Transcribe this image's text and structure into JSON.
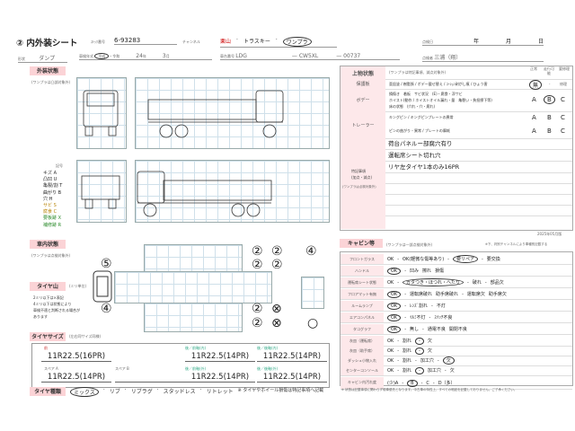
{
  "header": {
    "title": "② 内外装シート",
    "stock_label": "ｽﾄｯｸ番号",
    "stock_no": "6-93283",
    "channel_label": "チャンネル",
    "channels": [
      "栗山",
      "トラスキー",
      "ワンプラ"
    ],
    "inspect_date_label": "点検日",
    "year": "年",
    "month": "月",
    "day": "日",
    "shape_label": "形状",
    "shape": "ダンプ",
    "reg_label": "車検年式",
    "era1": "平成",
    "era2": "令和",
    "reg_year": "24",
    "year_unit": "年",
    "reg_month": "3",
    "month_unit": "月",
    "chassis_label": "車台番号",
    "chassis": [
      "LDG",
      "CW5XL",
      "00737"
    ],
    "inspector_label": "点検者",
    "inspector": "三浦（翔）"
  },
  "exterior": {
    "title": "外装状態",
    "note": "(ワンプラは凸部対象外)",
    "legend_title": "記号",
    "legend": [
      [
        "キズ",
        "A"
      ],
      [
        "凸凹",
        "U"
      ],
      [
        "亀裂/割",
        "T"
      ],
      [
        "曲がり",
        "B"
      ],
      [
        "穴",
        "H"
      ],
      [
        "サビ",
        "S"
      ],
      [
        "腐食",
        "C"
      ],
      [
        "要板跡",
        "X"
      ],
      [
        "補修跡",
        "R"
      ]
    ]
  },
  "upper": {
    "title": "上物状態",
    "note": "(ワンプラは特記事項、減点対象外)",
    "cols": [
      "正常",
      "走行可能",
      "要修理"
    ],
    "rows": [
      {
        "label": "保護板",
        "text": "亜鉛塗 / 樹脂張 / ボデー載せ替え / ｺｰｼｮﾝ剥がし痕 / ひょう害",
        "vals": [
          "無",
          "-",
          "修理"
        ],
        "sel": 0
      },
      {
        "label": "ボデー",
        "text": "損傷き　着板　サビ状況　(E)・腐食・浮サビ",
        "text2": "ホイスト(動作 / ホイストオイル漏れ・量　亀裂い・負担擦下等)",
        "text3": "床の状態　(穴れ・穴・腐れ)",
        "vals": [
          "A",
          "B",
          "C"
        ],
        "sel": 1
      },
      {
        "label": "トレーラー",
        "text": "キングピン / キングピンプレートの異常",
        "vals": [
          "A",
          "B",
          "C"
        ]
      },
      {
        "label": "",
        "text": "ピンの曲がり・異常 / プレートの摩耗",
        "vals": [
          "A",
          "B",
          "C"
        ]
      }
    ],
    "remarks_label": "特記事項",
    "remarks_sub": "(加点・減点)",
    "remarks_note": "(ワンプラは点検対象外)",
    "remarks": [
      "荷台パネルー部腐穴有り",
      "運転席シート切れ穴",
      "リヤ左タイヤ1本のみ16PR"
    ],
    "version": "2025年05月版"
  },
  "interior": {
    "title": "車内状態",
    "note": "(ワンプラは点検対象外)",
    "tire_title": "タイヤ山",
    "tire_unit": "(ミリ単位)",
    "tire_notes": [
      "2ミリ以下は×表記",
      "4ミリ以下は状態により",
      "車検不適と判断される場合が",
      "あります"
    ],
    "front_left": "⑤",
    "front_right": "④",
    "axles": [
      "②",
      "②",
      "②",
      "②",
      "②",
      "⊗",
      "②",
      "⊗"
    ],
    "spare": "④",
    "spare2": "○"
  },
  "cabin": {
    "title": "キャビン等",
    "note": "(ワンプラは一部点検対象外)",
    "note2": "※下、判別チャンネルにより車種別記載する",
    "rows": [
      [
        "フロントガラス",
        "OK",
        "-",
        "OK(軽微な傷等あり)",
        "-",
        "要リペア",
        "-",
        "要交換"
      ],
      [
        "ハンドル",
        "OK",
        "-",
        "凹み",
        "擦れ",
        "",
        "損傷",
        ""
      ],
      [
        "運転席シート状態",
        "OK",
        "-",
        "ガタつき・ほつれ・へたり",
        "-",
        "破れ",
        "-",
        "部品欠"
      ],
      [
        "フロアマット有無",
        "OK",
        "-",
        "運転席破れ",
        "助手席破れ",
        "-",
        "運転席欠",
        "助手席欠"
      ],
      [
        "ルームランプ",
        "OK",
        "-",
        "ﾚﾝｽﾞ割れ",
        "",
        "-",
        "不灯",
        ""
      ],
      [
        "エアコンパネル",
        "OK",
        "-",
        "ｲﾙﾐ不灯",
        "",
        "-",
        "ｽｲｯﾁ不良",
        ""
      ],
      [
        "タコグラフ",
        "OK",
        "-",
        "無し",
        "",
        "-",
        "通電不良",
        "開閉不良"
      ],
      [
        "灰皿（運転席）",
        "OK",
        "-",
        "割れ",
        "",
        "-",
        "欠",
        ""
      ],
      [
        "灰皿（助手席）",
        "OK",
        "-",
        "割れ",
        "",
        "-",
        "欠",
        ""
      ],
      [
        "ダッシュ小物入れ",
        "OK",
        "-",
        "割れ",
        "-",
        "加工穴",
        "-",
        "欠"
      ],
      [
        "センターコンソール",
        "OK",
        "-",
        "割れ",
        "-",
        "加工穴",
        "-",
        "欠"
      ],
      [
        "キャビン内汚れ度",
        "(少)A",
        "-",
        "B",
        "-",
        "C",
        "-",
        "D（多）"
      ]
    ],
    "footer": "※ 状態は記載事項に関わらず現車優先となります。中古車の特性上、すべての瑕疵を記載しておりません。ご了承ください。"
  },
  "tires": {
    "title": "タイヤサイズ",
    "note": "(左右同サイズ同様)",
    "front": "前",
    "front_val": "11R22.5(16PR)",
    "spareA": "スペア A",
    "spareA_val": "11R22.5(14PR)",
    "spareB": "スペア B",
    "spareB_val": "",
    "r1l": "後／前軸(内)",
    "r1v": "11R22.5(14PR)",
    "r2l": "後／後軸(内)",
    "r2v": "11R22.5(14PR)",
    "r3l": "後／前軸(外)",
    "r3v": "11R22.5(14PR)",
    "r4l": "後／後軸(外)",
    "r4v": "11R22.5(14PR)",
    "type_title": "タイヤ種類",
    "types": [
      "ミックス",
      "リブ",
      "リブラグ",
      "スタッドレス",
      "リトレット"
    ],
    "type_note": "※ タイヤやホイール損傷は特記事項へ記載"
  }
}
